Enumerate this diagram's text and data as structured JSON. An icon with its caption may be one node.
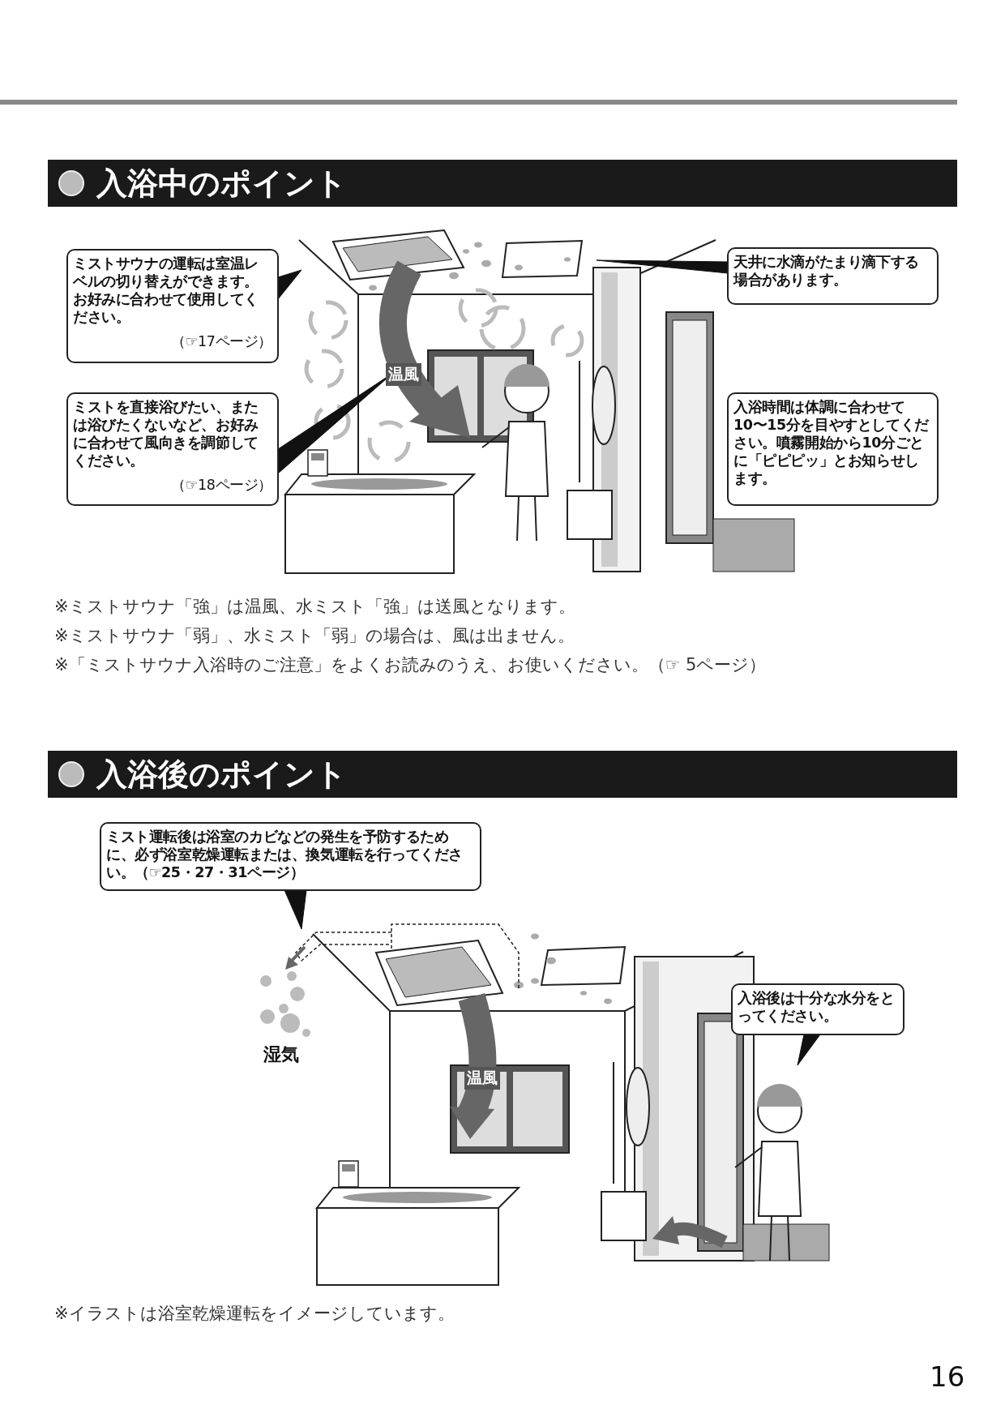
{
  "diagram": {
    "nodes": [
      {
        "text": [
          "入浴中のポイント"
        ]
      },
      {
        "text": [
          "ミストサウナの運転は室温レベルの切り替えができます。お好みに合わせて使用してください。",
          "（☞17ページ）"
        ]
      },
      {
        "text": [
          "ミストを直接浴びたい、または浴びたくないなど、お好みに合わせて風向きを調節してください。",
          "（☞18ページ）"
        ]
      },
      {
        "text": [
          "天井に水滴がたまり滴下する場合があります。"
        ]
      },
      {
        "text": [
          "入浴時間は体調に合わせて10〜15分を目やすとしてください。噴霧開始から10分ごとに「ピピピッ」とお知らせします。"
        ]
      },
      {
        "text": [
          "入浴後のポイント"
        ]
      },
      {
        "text": [
          "ミスト運転後は浴室のカビなどの発生を予防するために、必ず浴室乾燥運転または、換気運転を行ってください。（☞25・27・31ページ）"
        ]
      },
      {
        "text": [
          "入浴後は十分な水分をとってください。"
        ]
      }
    ],
    "edges": [
      {
        "from": 1,
        "to": null,
        "arrow": "to"
      },
      {
        "from": 2,
        "to": null,
        "arrow": "to"
      },
      {
        "from": 3,
        "to": null,
        "arrow": "to"
      },
      {
        "from": 6,
        "to": null,
        "arrow": "to"
      },
      {
        "from": 7,
        "to": null,
        "arrow": "to"
      }
    ],
    "labels": [
      "温風",
      "※ミストサウナ「強」は温風、水ミスト「強」は送風となります。",
      "※ミストサウナ「弱」、水ミスト「弱」の場合は、風は出ません。",
      "※「ミストサウナ入浴時のご注意」をよくお読みのうえ、お使いください。（☞ 5ページ）",
      "湿気",
      "温風",
      "※イラストは浴室乾燥運転をイメージしています。",
      "16"
    ]
  }
}
